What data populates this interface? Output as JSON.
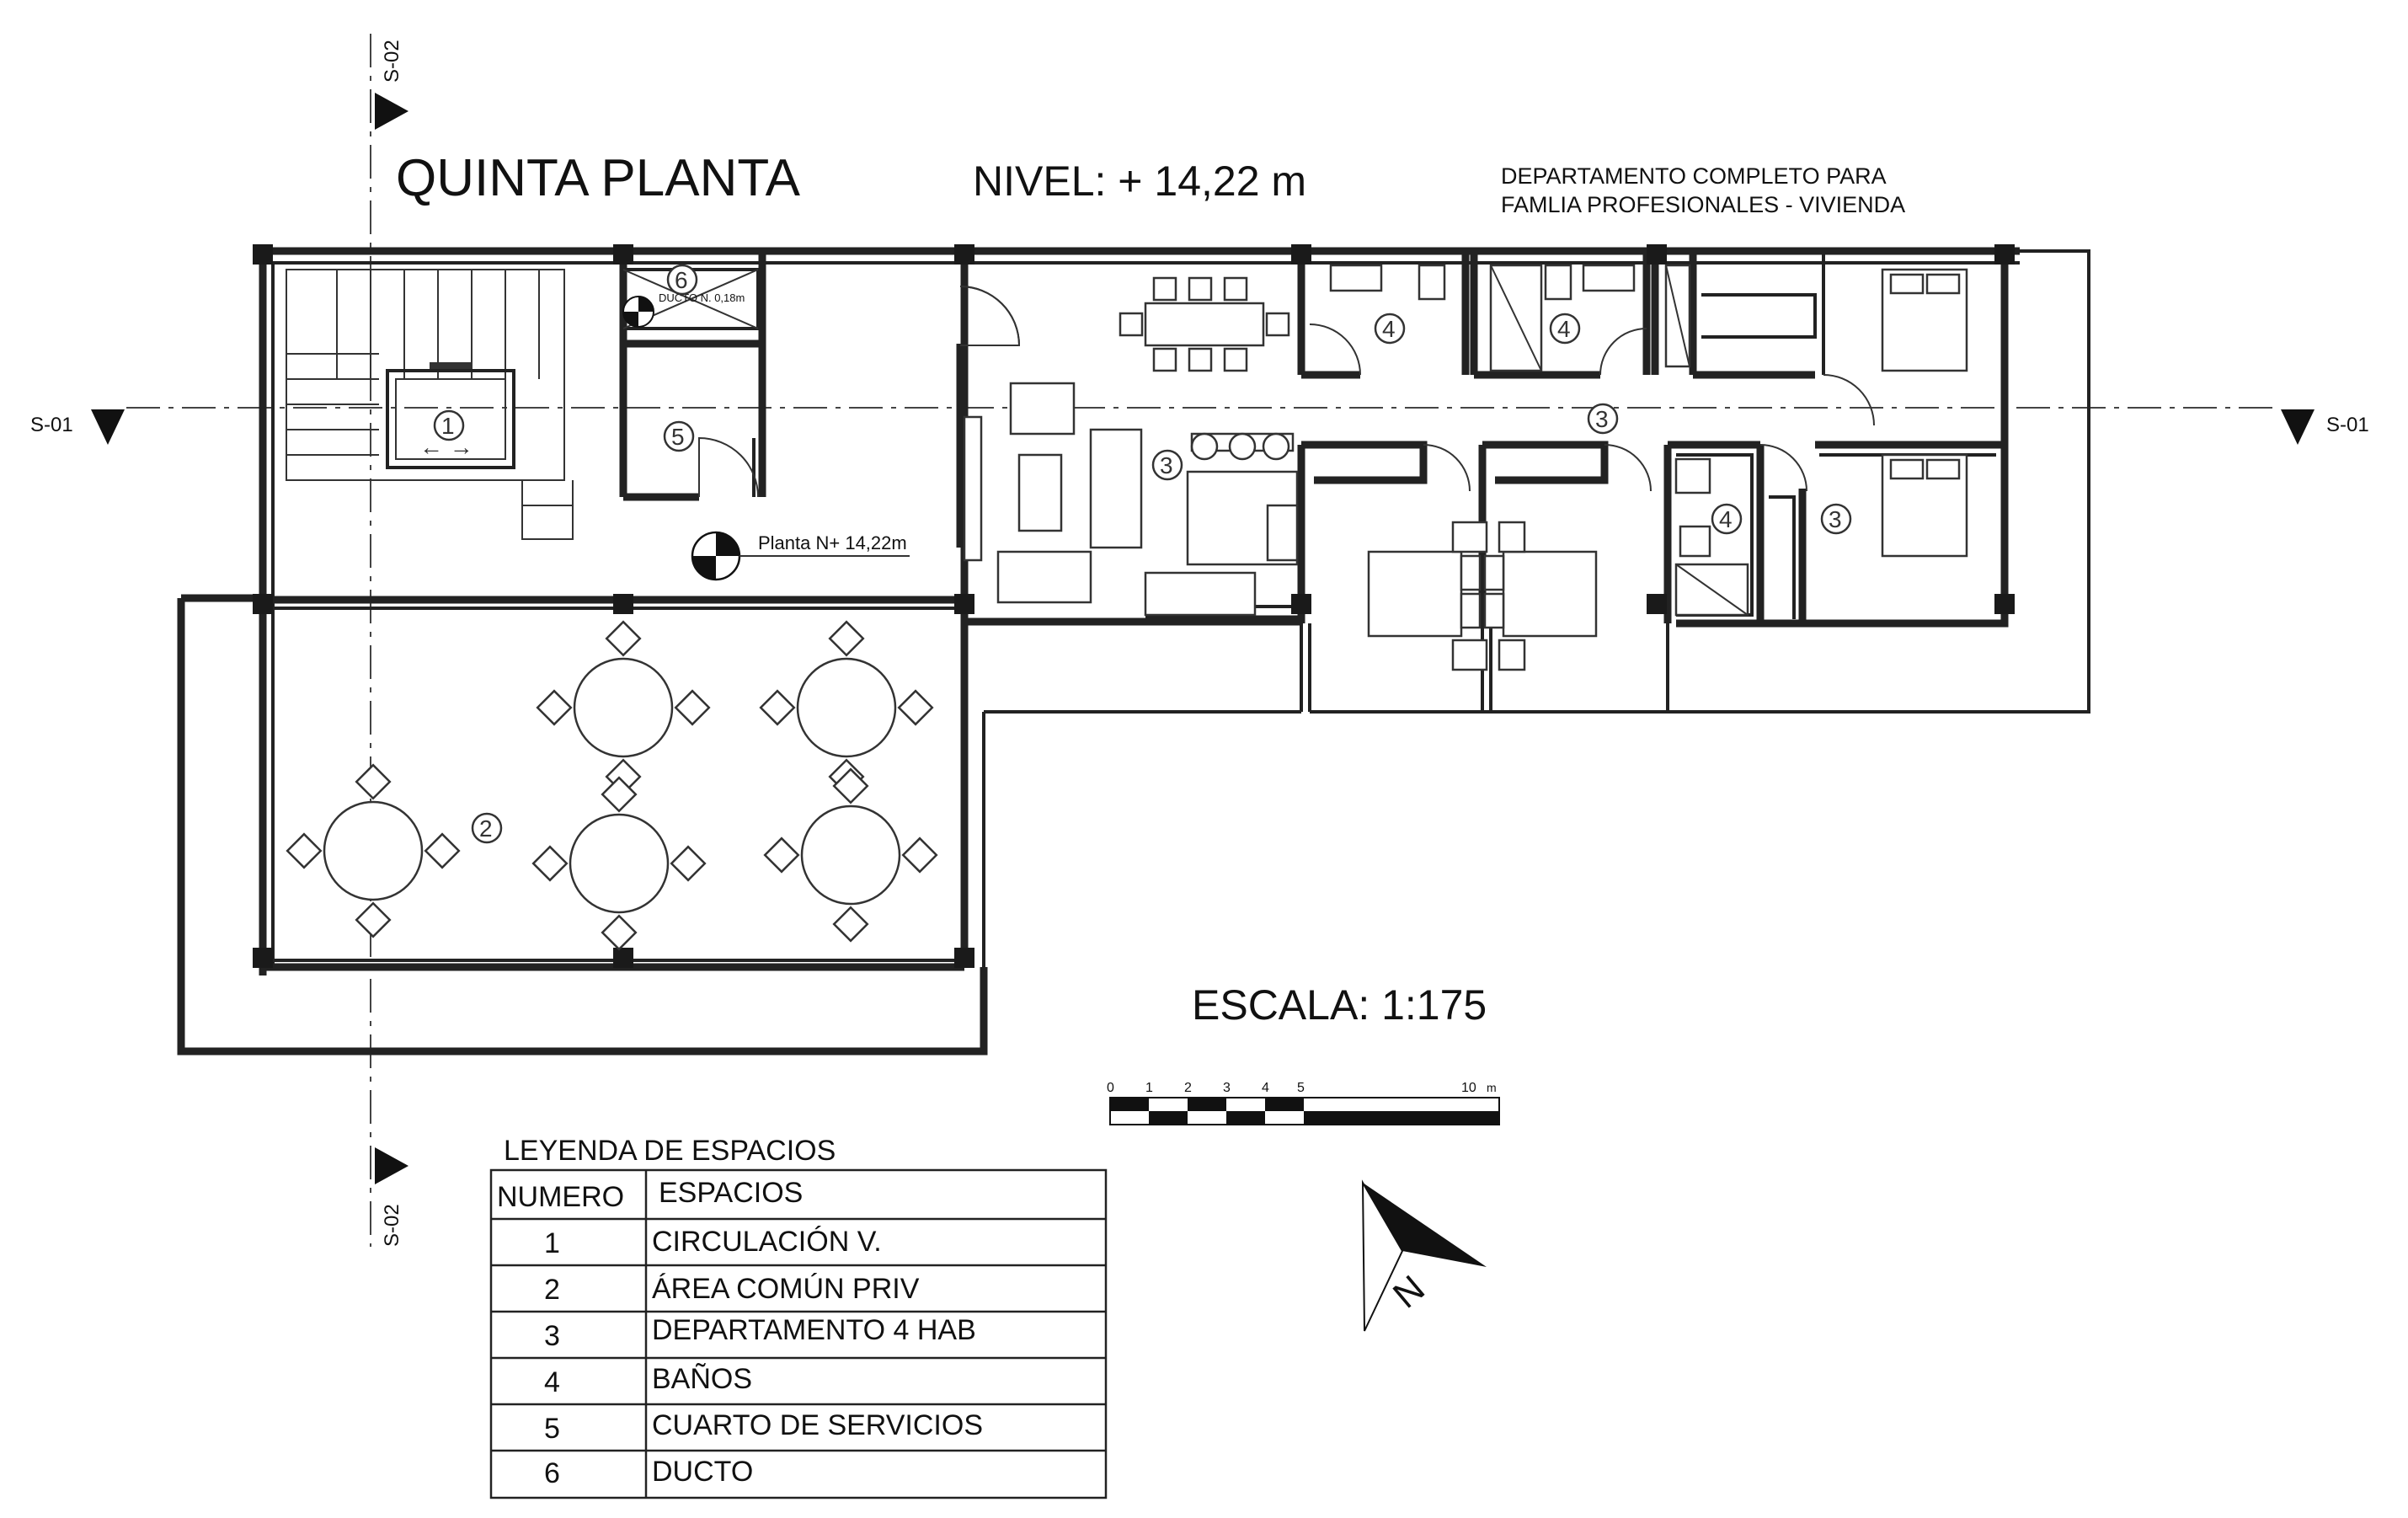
{
  "title": "QUINTA PLANTA",
  "level": "NIVEL: + 14,22 m",
  "description_line1": "DEPARTAMENTO COMPLETO PARA",
  "description_line2": "FAMLIA PROFESIONALES - VIVIENDA",
  "scale_label": "ESCALA: 1:175",
  "scale_bar": {
    "ticks": [
      "0",
      "1",
      "2",
      "3",
      "4",
      "5",
      "10"
    ],
    "unit": "m"
  },
  "section_marks": {
    "top": "S-02",
    "bottom": "S-02",
    "left": "S-01",
    "right": "S-01"
  },
  "level_marker": "Planta N+ 14,22m",
  "duct_label": "DUCTO N. 0,18m",
  "north_label": "N",
  "room_numbers": [
    "1",
    "2",
    "3",
    "4",
    "5",
    "6"
  ],
  "legend": {
    "title": "LEYENDA DE ESPACIOS",
    "col_number": "NUMERO",
    "col_space": "ESPACIOS",
    "rows": [
      {
        "num": "1",
        "name": "CIRCULACIÓN V."
      },
      {
        "num": "2",
        "name": "ÁREA COMÚN PRIV"
      },
      {
        "num": "3",
        "name": "DEPARTAMENTO 4 HAB"
      },
      {
        "num": "4",
        "name": "BAÑOS"
      },
      {
        "num": "5",
        "name": "CUARTO DE SERVICIOS"
      },
      {
        "num": "6",
        "name": "DUCTO"
      }
    ]
  }
}
